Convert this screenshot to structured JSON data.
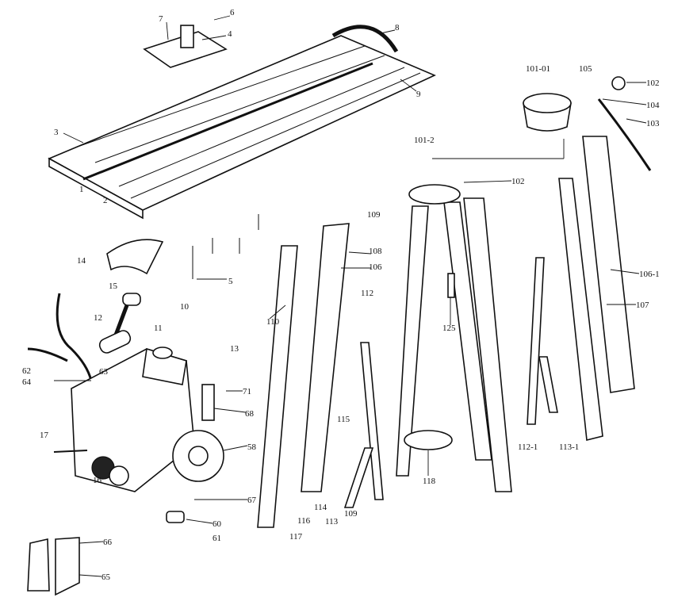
{
  "diagram": {
    "type": "exploded-parts-diagram",
    "labels": [
      {
        "id": "p7",
        "text": "7"
      },
      {
        "id": "p6",
        "text": "6"
      },
      {
        "id": "p4",
        "text": "4"
      },
      {
        "id": "p8",
        "text": "8"
      },
      {
        "id": "p9",
        "text": "9"
      },
      {
        "id": "p3",
        "text": "3"
      },
      {
        "id": "p1",
        "text": "1"
      },
      {
        "id": "p2",
        "text": "2"
      },
      {
        "id": "p5",
        "text": "5"
      },
      {
        "id": "p14",
        "text": "14"
      },
      {
        "id": "p15",
        "text": "15"
      },
      {
        "id": "p12",
        "text": "12"
      },
      {
        "id": "p10",
        "text": "10"
      },
      {
        "id": "p11",
        "text": "11"
      },
      {
        "id": "p13",
        "text": "13"
      },
      {
        "id": "p62",
        "text": "62"
      },
      {
        "id": "p63",
        "text": "63"
      },
      {
        "id": "p64",
        "text": "64"
      },
      {
        "id": "p71",
        "text": "71"
      },
      {
        "id": "p68",
        "text": "68"
      },
      {
        "id": "p17",
        "text": "17"
      },
      {
        "id": "p58",
        "text": "58"
      },
      {
        "id": "p16",
        "text": "16"
      },
      {
        "id": "p67",
        "text": "67"
      },
      {
        "id": "p60",
        "text": "60"
      },
      {
        "id": "p61",
        "text": "61"
      },
      {
        "id": "p66",
        "text": "66"
      },
      {
        "id": "p65",
        "text": "65"
      },
      {
        "id": "p110",
        "text": "110"
      },
      {
        "id": "p109a",
        "text": "109"
      },
      {
        "id": "p108",
        "text": "108"
      },
      {
        "id": "p106",
        "text": "106"
      },
      {
        "id": "p112",
        "text": "112"
      },
      {
        "id": "p115",
        "text": "115"
      },
      {
        "id": "p114",
        "text": "114"
      },
      {
        "id": "p113",
        "text": "113"
      },
      {
        "id": "p109b",
        "text": "109"
      },
      {
        "id": "p116",
        "text": "116"
      },
      {
        "id": "p117",
        "text": "117"
      },
      {
        "id": "p125",
        "text": "125"
      },
      {
        "id": "p118",
        "text": "118"
      },
      {
        "id": "p1012",
        "text": "101-2"
      },
      {
        "id": "p102a",
        "text": "102"
      },
      {
        "id": "p10101",
        "text": "101-01"
      },
      {
        "id": "p105",
        "text": "105"
      },
      {
        "id": "p102b",
        "text": "102"
      },
      {
        "id": "p104",
        "text": "104"
      },
      {
        "id": "p103",
        "text": "103"
      },
      {
        "id": "p1061",
        "text": "106-1"
      },
      {
        "id": "p107",
        "text": "107"
      },
      {
        "id": "p1121",
        "text": "112-1"
      },
      {
        "id": "p1131",
        "text": "113-1"
      }
    ]
  }
}
